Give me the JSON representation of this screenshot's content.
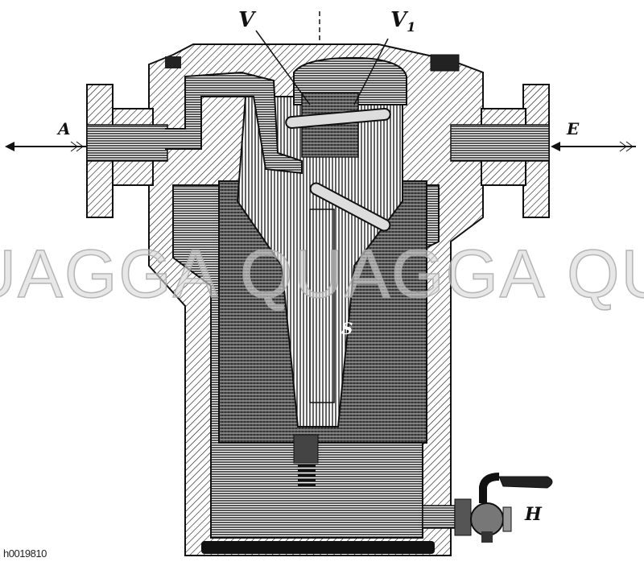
{
  "figure": {
    "labels": {
      "valve_v": "V",
      "valve_v1": "V",
      "valve_v1_subscript": "1",
      "outlet": "A",
      "inlet": "E",
      "float": "S",
      "drain_cock": "H"
    },
    "image_id": "h0019810",
    "watermark": "QUAGGA",
    "colors": {
      "ink": "#111111",
      "paper": "#ffffff",
      "watermark": "#bebebe"
    }
  }
}
